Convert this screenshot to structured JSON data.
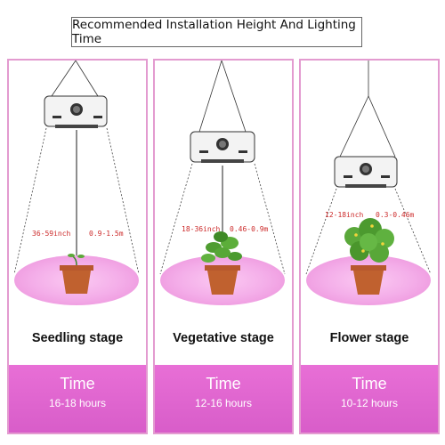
{
  "header": {
    "title": "Recommended Installation Height And Lighting Time"
  },
  "stages": [
    {
      "name": "Seedling stage",
      "height_in": "36-59inch",
      "height_m": "0.9-1.5m",
      "time_title": "Time",
      "hours": "16-18 hours"
    },
    {
      "name": "Vegetative stage",
      "height_in": "18-36inch",
      "height_m": "0.46-0.9m",
      "time_title": "Time",
      "hours": "12-16 hours"
    },
    {
      "name": "Flower stage",
      "height_in": "12-18inch",
      "height_m": "0.3-0.46m",
      "time_title": "Time",
      "hours": "10-12 hours"
    }
  ],
  "colors": {
    "panel_border": "#e39bd0",
    "time_bar": "#e06fd3",
    "glow": "#f7b9ee",
    "label_red": "#cc2a2a"
  }
}
